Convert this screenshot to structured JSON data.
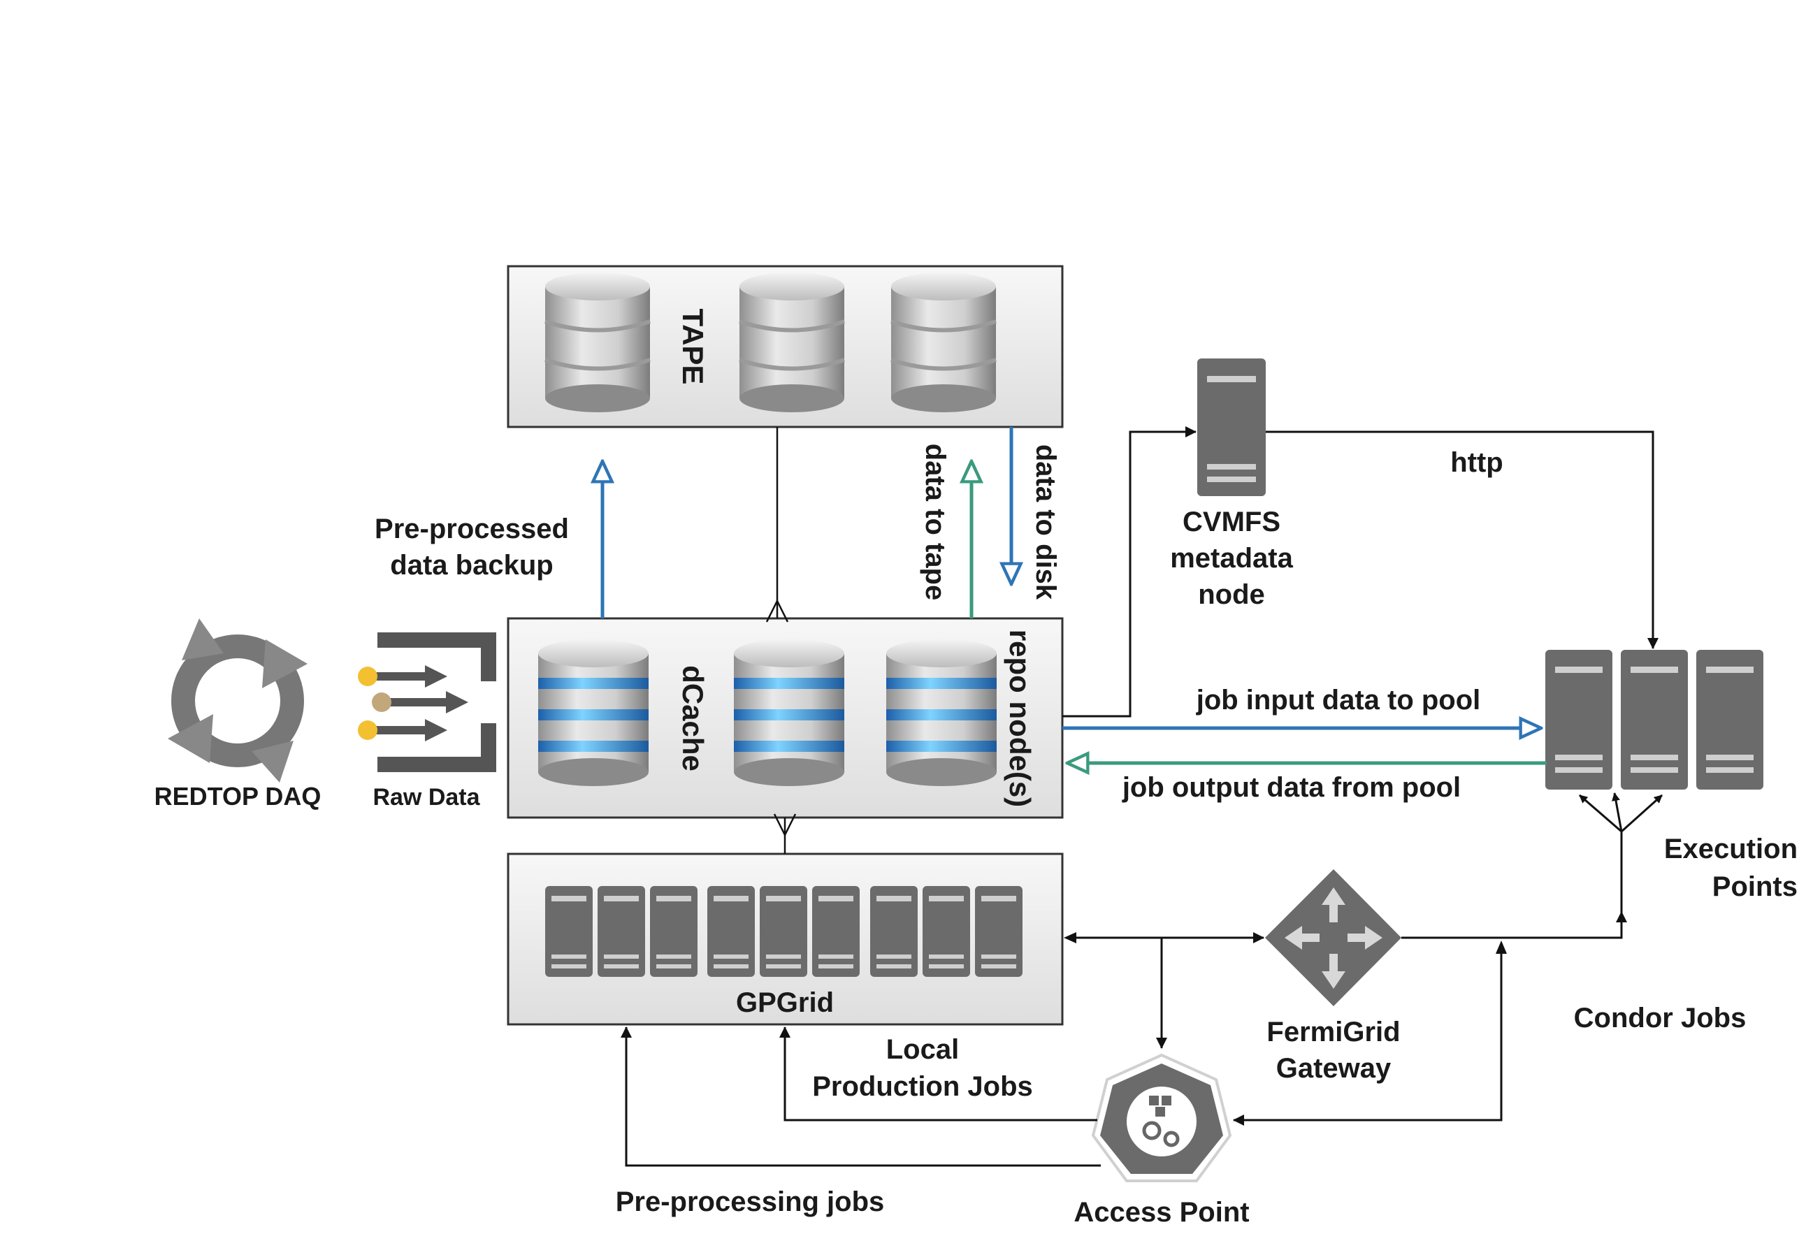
{
  "boxes": {
    "tape": "TAPE",
    "dcache": "dCache",
    "repo": "repo node(s)",
    "gpgrid": "GPGrid"
  },
  "labels": {
    "preprocessed_1": "Pre-processed",
    "preprocessed_2": "data backup",
    "data_to_tape": "data to tape",
    "data_to_disk": "data to disk",
    "cvmfs_1": "CVMFS",
    "cvmfs_2": "metadata",
    "cvmfs_3": "node",
    "http": "http",
    "job_input": "job input data to pool",
    "job_output": "job output data from pool",
    "exec_1": "Execution",
    "exec_2": "Points",
    "redtop": "REDTOP DAQ",
    "raw": "Raw Data",
    "fermi_1": "FermiGrid",
    "fermi_2": "Gateway",
    "condor": "Condor Jobs",
    "local_1": "Local",
    "local_2": "Production Jobs",
    "preproc_jobs": "Pre-processing jobs",
    "access": "Access Point"
  },
  "colors": {
    "blue_arrow": "#2e75b6",
    "green_arrow": "#3a9a7e",
    "server_gray": "#6b6b6b",
    "box_fill": "#ececec",
    "dot_yellow": "#f2c030",
    "dot_tan": "#c2a77a"
  }
}
